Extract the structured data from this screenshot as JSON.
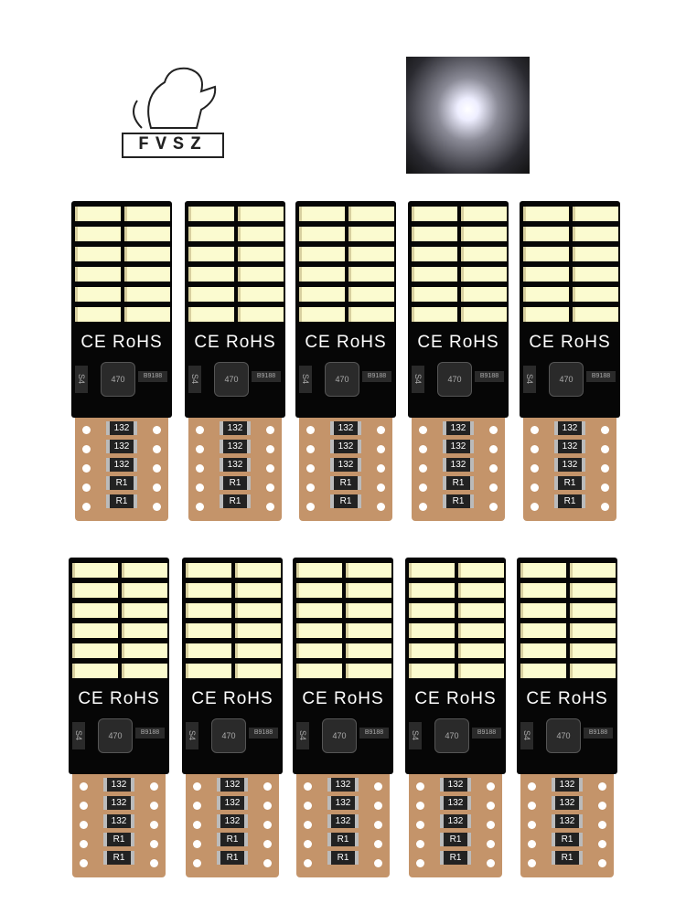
{
  "logo": {
    "text": "FVSZ"
  },
  "bulb": {
    "cert_text": "CE RoHS",
    "diode_label": "S4",
    "inductor_label": "470",
    "ic_label": "B9188",
    "resistors": [
      "132",
      "132",
      "132",
      "R1",
      "R1"
    ]
  },
  "rows": [
    {
      "count": 5
    },
    {
      "count": 5
    }
  ]
}
